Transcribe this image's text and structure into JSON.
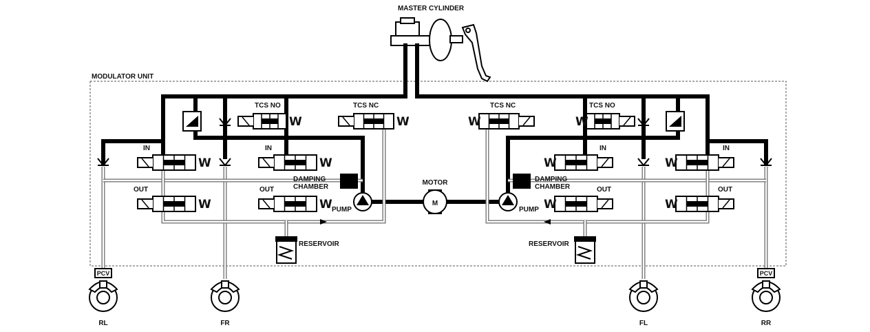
{
  "title": "MASTER CYLINDER",
  "unit_label": "MODULATOR UNIT",
  "labels": {
    "tcs_no": "TCS NO",
    "tcs_nc": "TCS NC",
    "in": "IN",
    "out": "OUT",
    "damping": "DAMPING",
    "chamber": "CHAMBER",
    "pump": "PUMP",
    "motor": "MOTOR",
    "motor_symbol": "M",
    "reservoir": "RESERVOIR",
    "pcv": "PCV",
    "spring": "W"
  },
  "wheels": [
    "RL",
    "FR",
    "FL",
    "RR"
  ]
}
